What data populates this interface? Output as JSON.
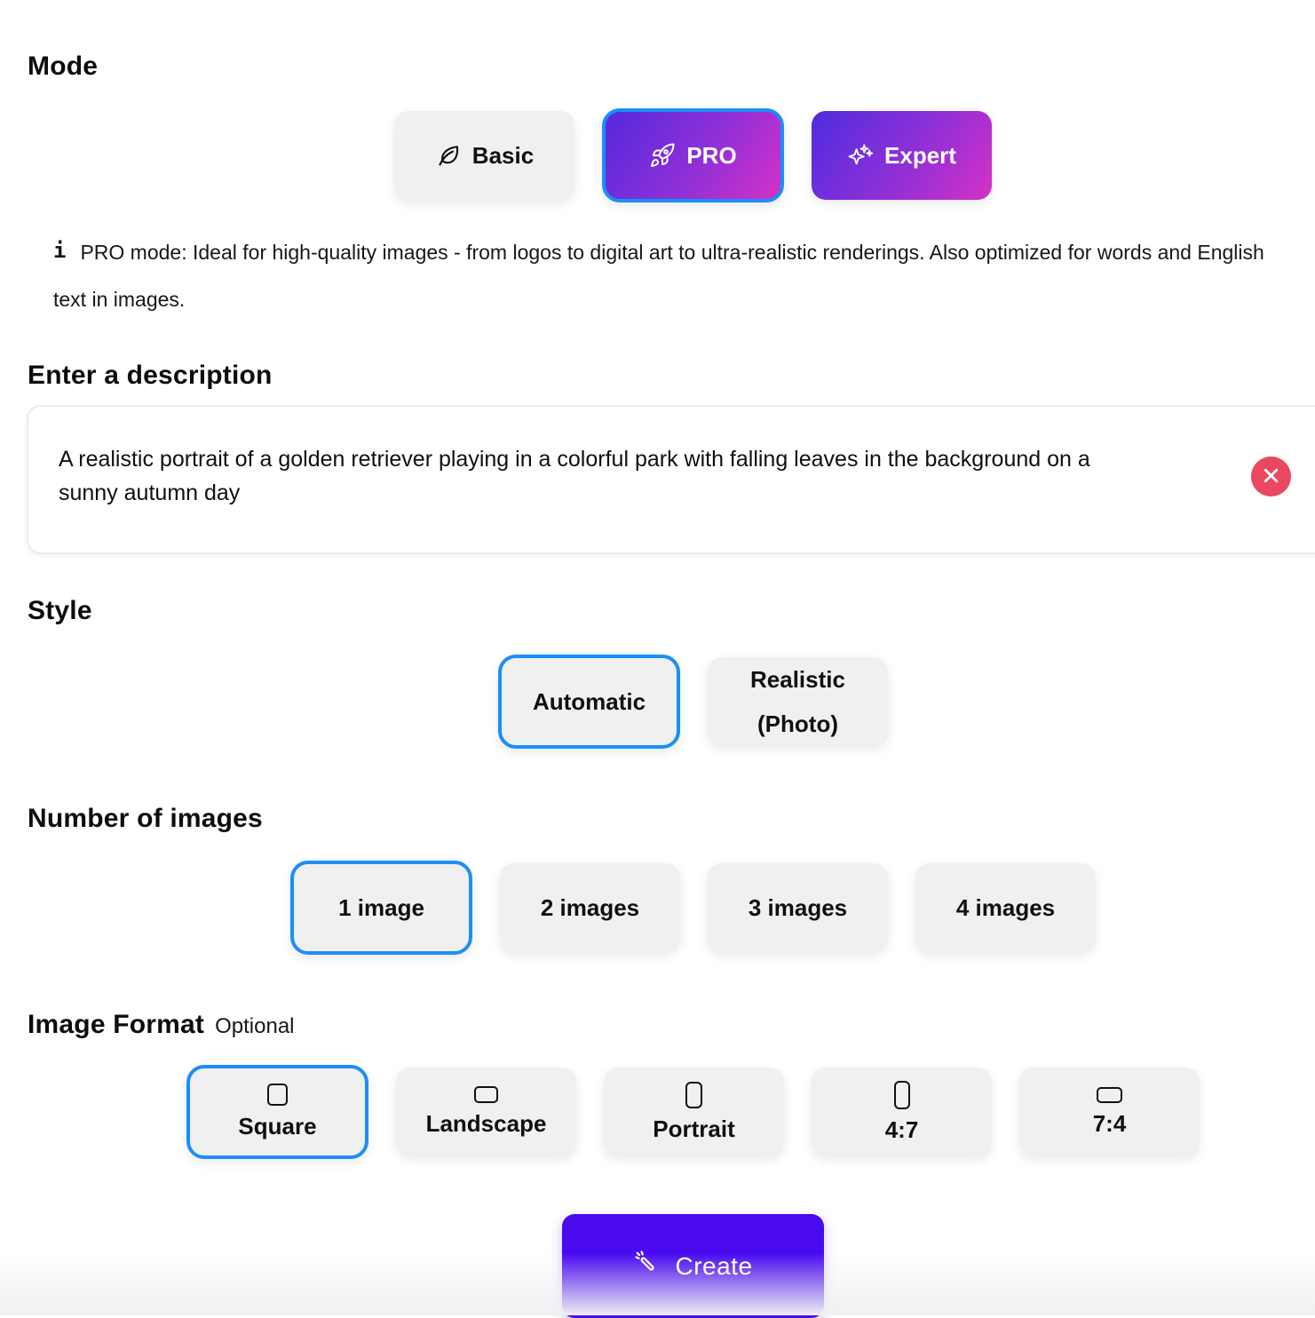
{
  "mode": {
    "label": "Mode",
    "options": [
      {
        "label": "Basic",
        "icon": "leaf-icon",
        "selected": false
      },
      {
        "label": "PRO",
        "icon": "rocket-icon",
        "selected": true
      },
      {
        "label": "Expert",
        "icon": "sparkles-icon",
        "selected": false
      }
    ],
    "info_icon": "i",
    "info": "PRO mode: Ideal for high-quality images - from logos to digital art to ultra-realistic renderings. Also optimized for words and English text in images."
  },
  "description": {
    "label": "Enter a description",
    "value": "A realistic portrait of a golden retriever playing in a colorful park with falling leaves in the background on a sunny autumn day",
    "clear_icon": "x-circle"
  },
  "style": {
    "label": "Style",
    "options": [
      {
        "label": "Automatic",
        "selected": true
      },
      {
        "label": "Realistic (Photo)",
        "lines": [
          "Realistic",
          "(Photo)"
        ],
        "selected": false
      }
    ]
  },
  "number_of_images": {
    "label": "Number of images",
    "options": [
      {
        "label": "1 image",
        "selected": true
      },
      {
        "label": "2 images",
        "selected": false
      },
      {
        "label": "3 images",
        "selected": false
      },
      {
        "label": "4 images",
        "selected": false
      }
    ]
  },
  "image_format": {
    "label": "Image Format",
    "optional_label": "Optional",
    "options": [
      {
        "label": "Square",
        "icon": "square-ratio-icon",
        "selected": true
      },
      {
        "label": "Landscape",
        "icon": "landscape-ratio-icon",
        "selected": false
      },
      {
        "label": "Portrait",
        "icon": "portrait-ratio-icon",
        "selected": false
      },
      {
        "label": "4:7",
        "icon": "ratio-4-7-icon",
        "selected": false
      },
      {
        "label": "7:4",
        "icon": "ratio-7-4-icon",
        "selected": false
      }
    ]
  },
  "create": {
    "label": "Create",
    "icon": "magic-wand-icon"
  },
  "colors": {
    "accent_blue": "#1c8ef9",
    "gradient_start": "#4f2cdf",
    "gradient_end": "#d531c7",
    "create_button": "#4a0af0",
    "clear_button_red": "#ea4760",
    "button_gray": "#f0f0f1"
  }
}
